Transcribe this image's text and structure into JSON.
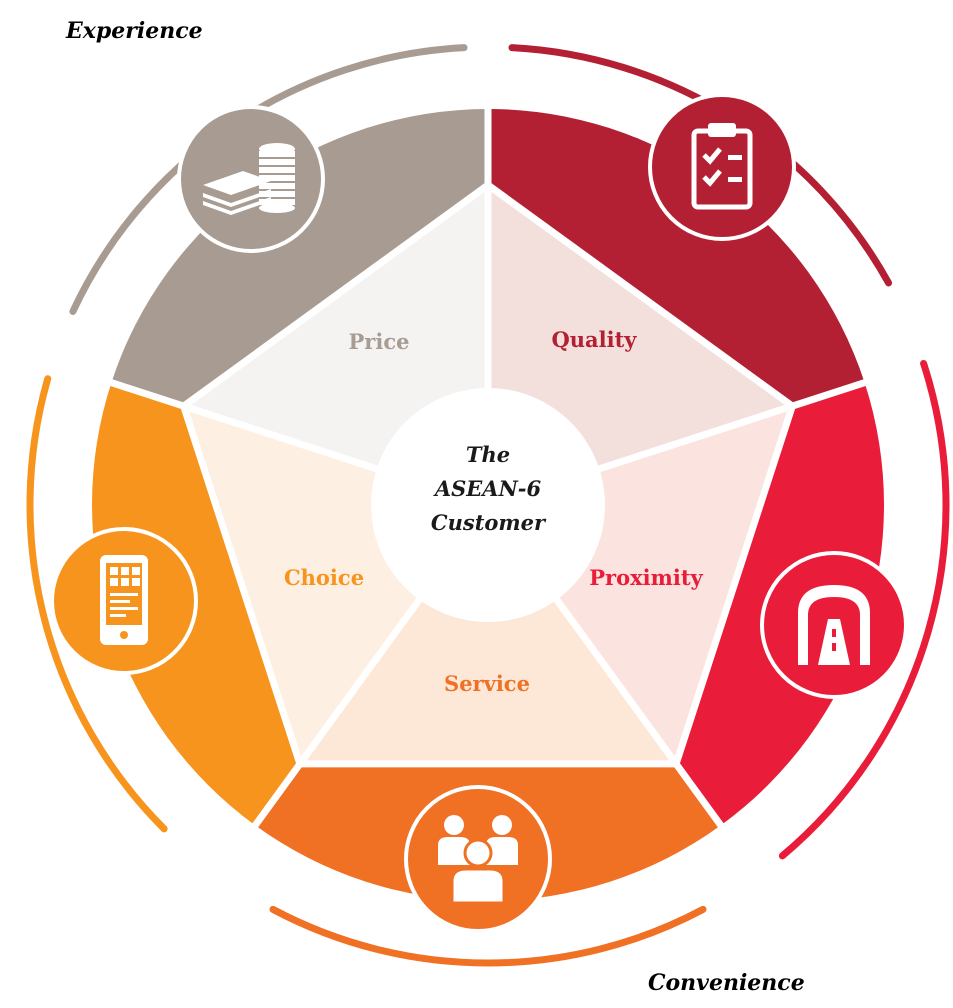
{
  "outer_labels": {
    "experience": "Experience",
    "convenience": "Convenience"
  },
  "center": {
    "lines": [
      "The",
      "ASEAN-6",
      "Customer"
    ]
  },
  "segments": [
    {
      "key": "price",
      "label": "Price",
      "icon": "money-coins-icon",
      "color": "#a89b91",
      "inner_color": "#f4f3f2",
      "label_color": "#a89b91"
    },
    {
      "key": "quality",
      "label": "Quality",
      "icon": "clipboard-checklist-icon",
      "color": "#b42033",
      "inner_color": "#f3e0dd",
      "label_color": "#b42033"
    },
    {
      "key": "proximity",
      "label": "Proximity",
      "icon": "tunnel-road-icon",
      "color": "#e91c3a",
      "inner_color": "#fbe4df",
      "label_color": "#e91c3a"
    },
    {
      "key": "service",
      "label": "Service",
      "icon": "people-group-icon",
      "color": "#f07024",
      "inner_color": "#fde8d8",
      "label_color": "#f07024"
    },
    {
      "key": "choice",
      "label": "Choice",
      "icon": "mobile-app-icon",
      "color": "#f7941d",
      "inner_color": "#fdefe2",
      "label_color": "#f7941d"
    }
  ],
  "arcs": {
    "experience_color": "#a89b91",
    "quality_color": "#b42033",
    "proximity_color": "#e91c3a",
    "service_color": "#f07024",
    "choice_color": "#f7941d"
  }
}
